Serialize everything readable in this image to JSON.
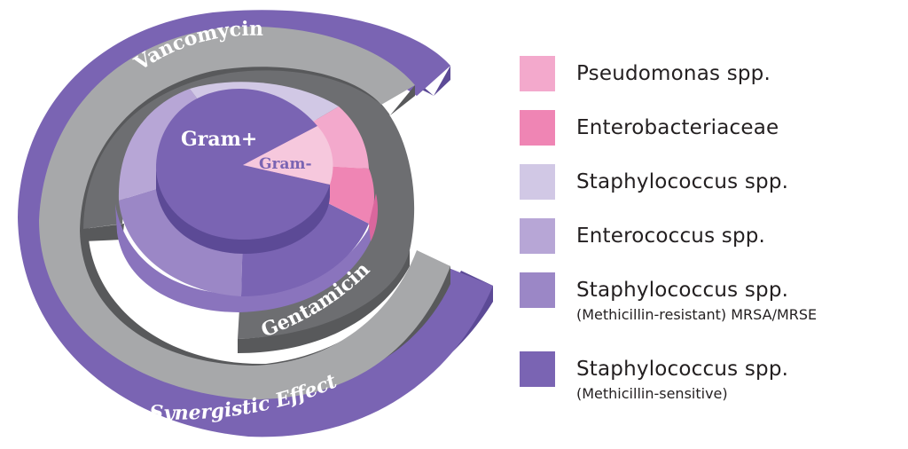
{
  "diagram": {
    "outer_ring_label": "Synergistic Effect",
    "vancomycin_label": "Vancomycin",
    "gentamicin_label": "Gentamicin",
    "gram_positive_label": "Gram+",
    "gram_negative_label": "Gram-"
  },
  "legend": {
    "items": [
      {
        "label": "Pseudomonas spp.",
        "sublabel": "",
        "color": "#f3a9cc"
      },
      {
        "label": "Enterobacteriaceae",
        "sublabel": "",
        "color": "#ef85b4"
      },
      {
        "label": "Staphylococcus spp.",
        "sublabel": "",
        "color": "#d1c8e5"
      },
      {
        "label": "Enterococcus spp.",
        "sublabel": "",
        "color": "#b7a6d6"
      },
      {
        "label": "Staphylococcus spp.",
        "sublabel": "(Methicillin-resistant) MRSA/MRSE",
        "color": "#9b87c6"
      },
      {
        "label": "Staphylococcus spp.",
        "sublabel": "(Methicillin-sensitive)",
        "color": "#7a64b3"
      }
    ]
  },
  "colors": {
    "synergy_purple": "#7a64b3",
    "synergy_dark": "#5c4a96",
    "gray_light": "#a7a8aa",
    "gray_dark": "#6d6e71",
    "gray_darker": "#58595b"
  }
}
